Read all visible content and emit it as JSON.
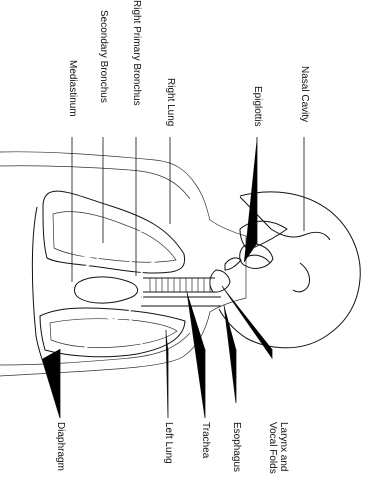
{
  "labels": {
    "nasal_cavity": "Nasal Cavity",
    "epiglottis": "Epiglottis",
    "right_lung": "Right Lung",
    "right_primary_bronchus": "Right Primary Bronchus",
    "secondary_bronchus": "Secondary Bronchus",
    "mediastinum": "Mediastinum",
    "larynx_line1": "Larynx and",
    "larynx_line2": "Vocal Folds",
    "esophagus": "Esophagus",
    "trachea": "Trachea",
    "left_lung": "Left Lung",
    "diaphragm": "Diaphragm"
  },
  "colors": {
    "line": "#111111",
    "fill": "#111111",
    "background": "#ffffff"
  }
}
